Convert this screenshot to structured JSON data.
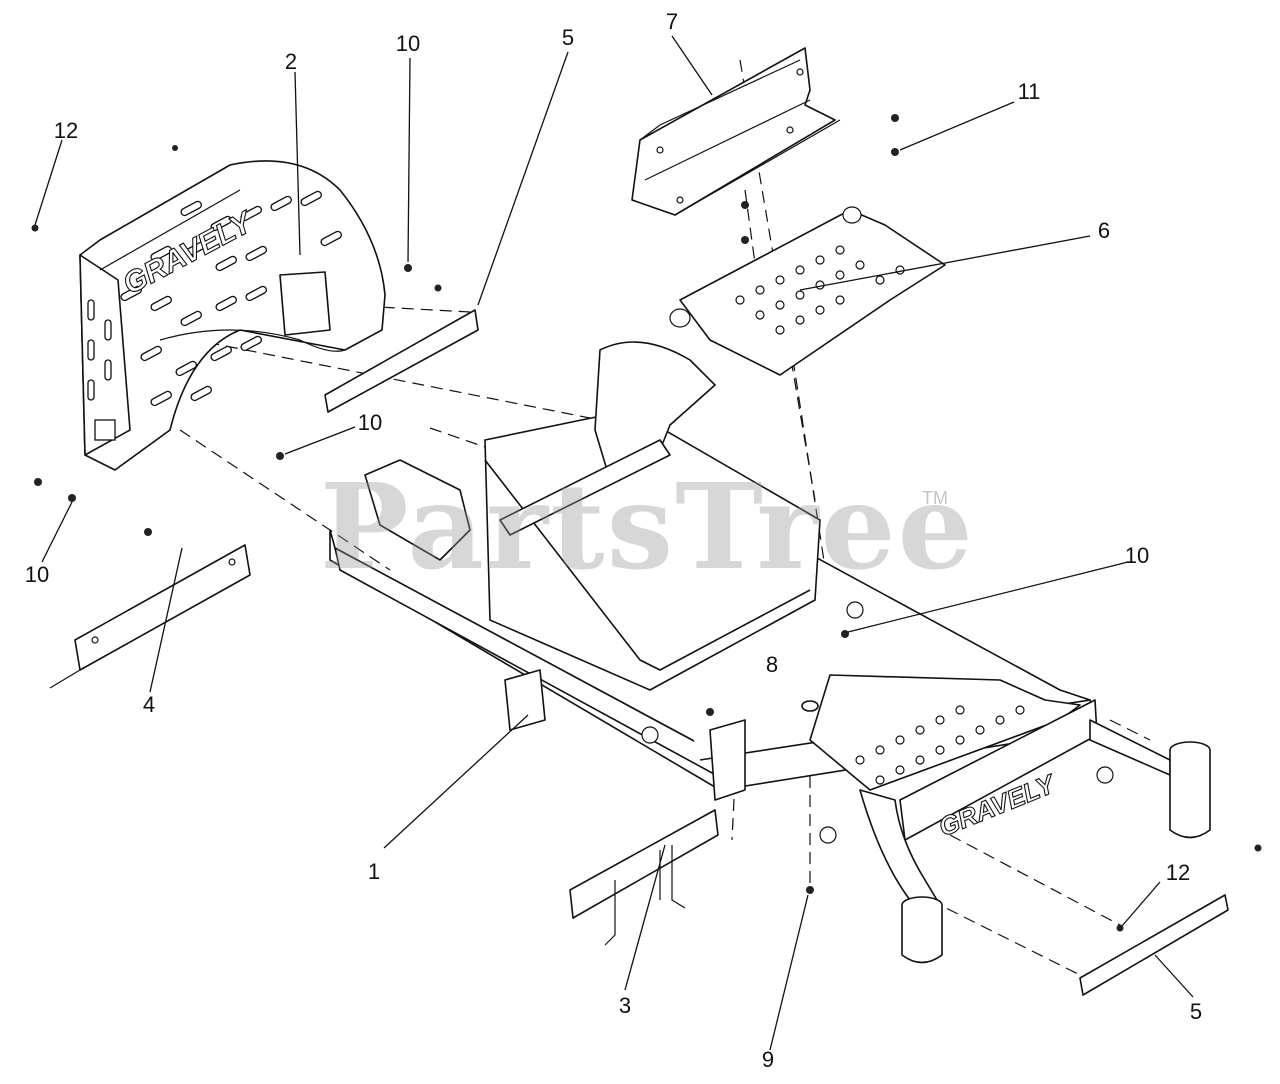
{
  "watermark": {
    "text": "PartsTree",
    "trademark": "TM"
  },
  "brand": {
    "rear_shield": "GRAVELY",
    "front_plate": "GRAVELY"
  },
  "callouts": [
    {
      "id": "c-12-top",
      "label": "12"
    },
    {
      "id": "c-2",
      "label": "2"
    },
    {
      "id": "c-10-top",
      "label": "10"
    },
    {
      "id": "c-5-top",
      "label": "5"
    },
    {
      "id": "c-7",
      "label": "7"
    },
    {
      "id": "c-11",
      "label": "11"
    },
    {
      "id": "c-6",
      "label": "6"
    },
    {
      "id": "c-10-mid",
      "label": "10"
    },
    {
      "id": "c-10-left",
      "label": "10"
    },
    {
      "id": "c-10-right",
      "label": "10"
    },
    {
      "id": "c-4",
      "label": "4"
    },
    {
      "id": "c-8",
      "label": "8"
    },
    {
      "id": "c-1",
      "label": "1"
    },
    {
      "id": "c-12-bottom",
      "label": "12"
    },
    {
      "id": "c-3",
      "label": "3"
    },
    {
      "id": "c-5-bottom",
      "label": "5"
    },
    {
      "id": "c-9",
      "label": "9"
    }
  ]
}
